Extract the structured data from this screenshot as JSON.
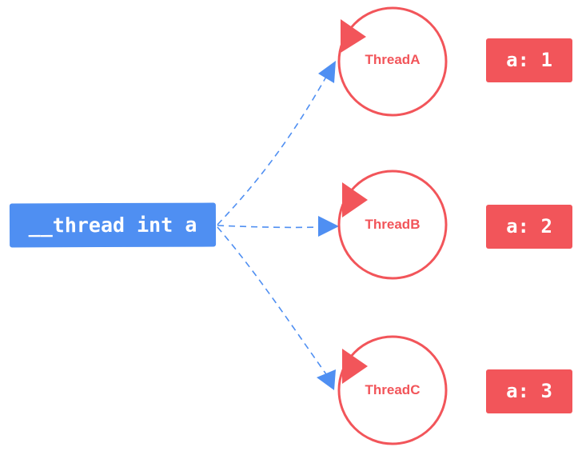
{
  "source": {
    "label": "__thread int a"
  },
  "threads": [
    {
      "name": "ThreadA",
      "value_label": "a: 1"
    },
    {
      "name": "ThreadB",
      "value_label": "a: 2"
    },
    {
      "name": "ThreadC",
      "value_label": "a: 3"
    }
  ],
  "colors": {
    "source": "#4f8ff2",
    "thread": "#f2555a",
    "arrow": "#4f8ff2"
  }
}
